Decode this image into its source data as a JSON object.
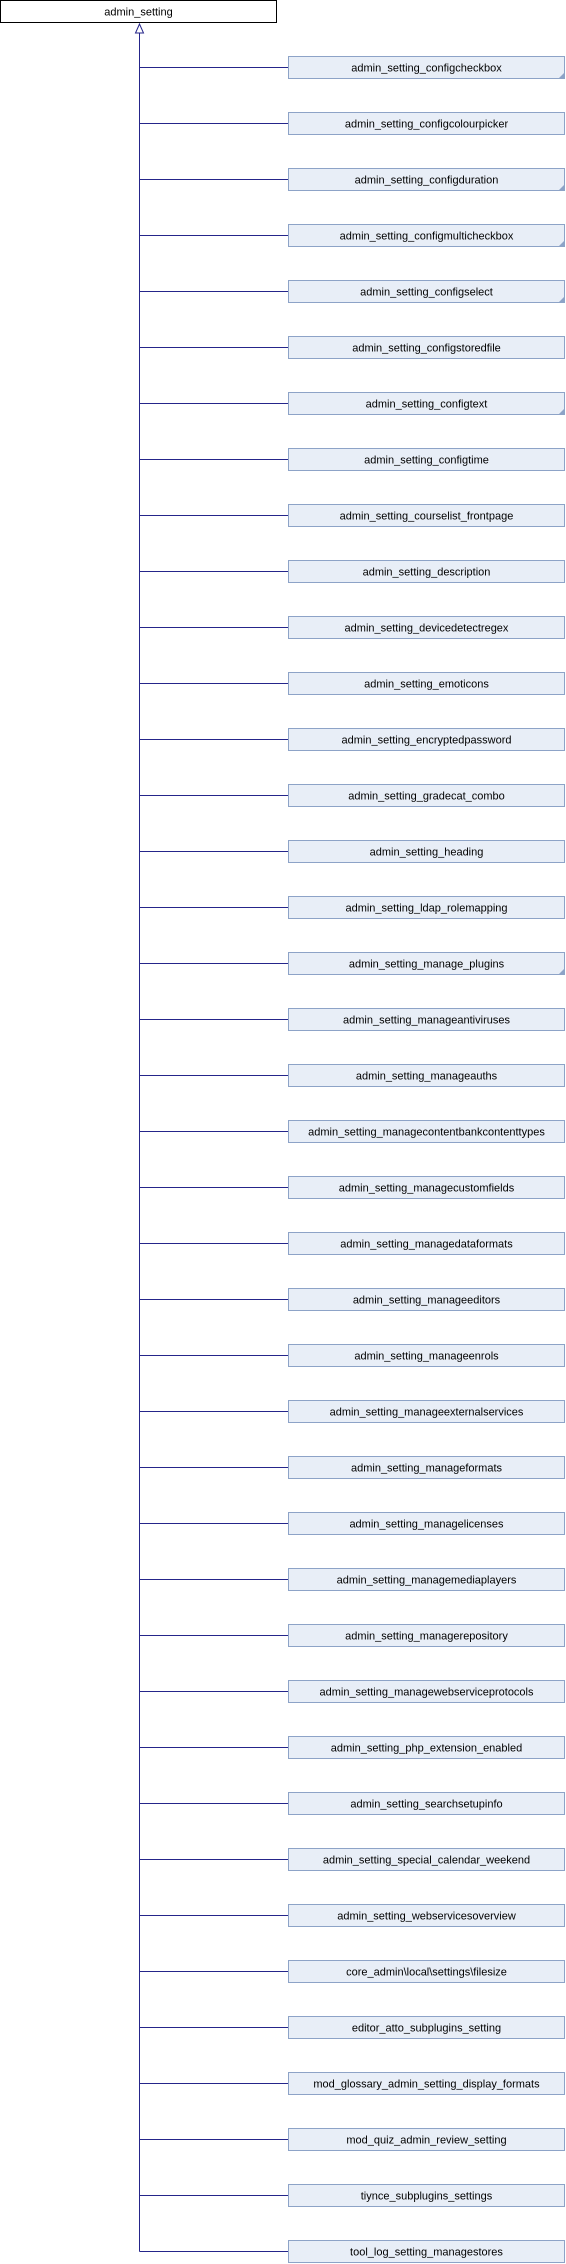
{
  "base_class": {
    "label": "admin_setting"
  },
  "colors": {
    "edge": "#25258a",
    "base_fill": "#ffffff",
    "base_border": "#000000",
    "node_fill": "#e8eef7",
    "node_border": "#8da3c7",
    "text": "#000000"
  },
  "subclasses": [
    {
      "label": "admin_setting_configcheckbox",
      "has_children": true
    },
    {
      "label": "admin_setting_configcolourpicker",
      "has_children": false
    },
    {
      "label": "admin_setting_configduration",
      "has_children": true
    },
    {
      "label": "admin_setting_configmulticheckbox",
      "has_children": true
    },
    {
      "label": "admin_setting_configselect",
      "has_children": true
    },
    {
      "label": "admin_setting_configstoredfile",
      "has_children": false
    },
    {
      "label": "admin_setting_configtext",
      "has_children": true
    },
    {
      "label": "admin_setting_configtime",
      "has_children": false
    },
    {
      "label": "admin_setting_courselist_frontpage",
      "has_children": false
    },
    {
      "label": "admin_setting_description",
      "has_children": false
    },
    {
      "label": "admin_setting_devicedetectregex",
      "has_children": false
    },
    {
      "label": "admin_setting_emoticons",
      "has_children": false
    },
    {
      "label": "admin_setting_encryptedpassword",
      "has_children": false
    },
    {
      "label": "admin_setting_gradecat_combo",
      "has_children": false
    },
    {
      "label": "admin_setting_heading",
      "has_children": false
    },
    {
      "label": "admin_setting_ldap_rolemapping",
      "has_children": false
    },
    {
      "label": "admin_setting_manage_plugins",
      "has_children": true
    },
    {
      "label": "admin_setting_manageantiviruses",
      "has_children": false
    },
    {
      "label": "admin_setting_manageauths",
      "has_children": false
    },
    {
      "label": "admin_setting_managecontentbankcontenttypes",
      "has_children": false
    },
    {
      "label": "admin_setting_managecustomfields",
      "has_children": false
    },
    {
      "label": "admin_setting_managedataformats",
      "has_children": false
    },
    {
      "label": "admin_setting_manageeditors",
      "has_children": false
    },
    {
      "label": "admin_setting_manageenrols",
      "has_children": false
    },
    {
      "label": "admin_setting_manageexternalservices",
      "has_children": false
    },
    {
      "label": "admin_setting_manageformats",
      "has_children": false
    },
    {
      "label": "admin_setting_managelicenses",
      "has_children": false
    },
    {
      "label": "admin_setting_managemediaplayers",
      "has_children": false
    },
    {
      "label": "admin_setting_managerepository",
      "has_children": false
    },
    {
      "label": "admin_setting_managewebserviceprotocols",
      "has_children": false
    },
    {
      "label": "admin_setting_php_extension_enabled",
      "has_children": false
    },
    {
      "label": "admin_setting_searchsetupinfo",
      "has_children": false
    },
    {
      "label": "admin_setting_special_calendar_weekend",
      "has_children": false
    },
    {
      "label": "admin_setting_webservicesoverview",
      "has_children": false
    },
    {
      "label": "core_admin\\local\\settings\\filesize",
      "has_children": false
    },
    {
      "label": "editor_atto_subplugins_setting",
      "has_children": false
    },
    {
      "label": "mod_glossary_admin_setting_display_formats",
      "has_children": false
    },
    {
      "label": "mod_quiz_admin_review_setting",
      "has_children": false
    },
    {
      "label": "tiynce_subplugins_settings",
      "has_children": false
    },
    {
      "label": "tool_log_setting_managestores",
      "has_children": false
    }
  ]
}
